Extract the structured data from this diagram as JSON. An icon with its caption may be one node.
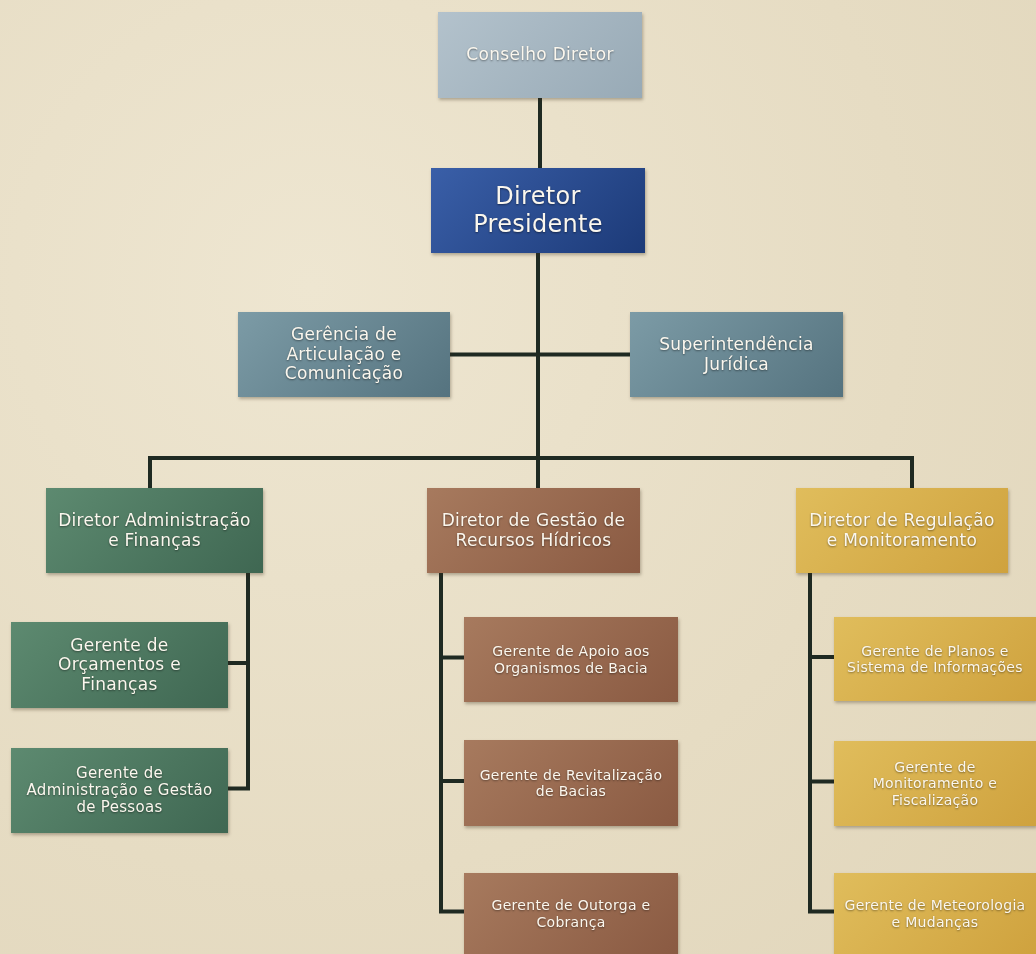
{
  "diagram": {
    "nodes": [
      {
        "text": [
          "Conselho Diretor"
        ]
      },
      {
        "text": [
          "Diretor Presidente"
        ]
      },
      {
        "text": [
          "Gerência de Articulação e Comunicação"
        ]
      },
      {
        "text": [
          "Superintendência Jurídica"
        ]
      },
      {
        "text": [
          "Diretor Administração e Finanças"
        ]
      },
      {
        "text": [
          "Diretor de Gestão de Recursos Hídricos"
        ]
      },
      {
        "text": [
          "Diretor de Regulação e Monitoramento"
        ]
      },
      {
        "text": [
          "Gerente de Orçamentos e Finanças"
        ]
      },
      {
        "text": [
          "Gerente de Administração e Gestão de Pessoas"
        ]
      },
      {
        "text": [
          "Gerente de Apoio aos Organismos de Bacia"
        ]
      },
      {
        "text": [
          "Gerente de Revitalização de Bacias"
        ]
      },
      {
        "text": [
          "Gerente de Outorga e Cobrança"
        ]
      },
      {
        "text": [
          "Gerente de Planos e Sistema de Informações"
        ]
      },
      {
        "text": [
          "Gerente de Monitoramento e Fiscalização"
        ]
      },
      {
        "text": [
          "Gerente de Meteorologia e Mudanças"
        ]
      }
    ],
    "edges": [
      {
        "from": 0,
        "to": 1,
        "arrow": "none"
      },
      {
        "from": 1,
        "to": 2,
        "arrow": "none"
      },
      {
        "from": 1,
        "to": 3,
        "arrow": "none"
      },
      {
        "from": 1,
        "to": 4,
        "arrow": "none"
      },
      {
        "from": 1,
        "to": 5,
        "arrow": "none"
      },
      {
        "from": 1,
        "to": 6,
        "arrow": "none"
      },
      {
        "from": 4,
        "to": 7,
        "arrow": "none"
      },
      {
        "from": 4,
        "to": 8,
        "arrow": "none"
      },
      {
        "from": 5,
        "to": 9,
        "arrow": "none"
      },
      {
        "from": 5,
        "to": 10,
        "arrow": "none"
      },
      {
        "from": 5,
        "to": 11,
        "arrow": "none"
      },
      {
        "from": 6,
        "to": 12,
        "arrow": "none"
      },
      {
        "from": 6,
        "to": 13,
        "arrow": "none"
      },
      {
        "from": 6,
        "to": 14,
        "arrow": "none"
      }
    ]
  }
}
